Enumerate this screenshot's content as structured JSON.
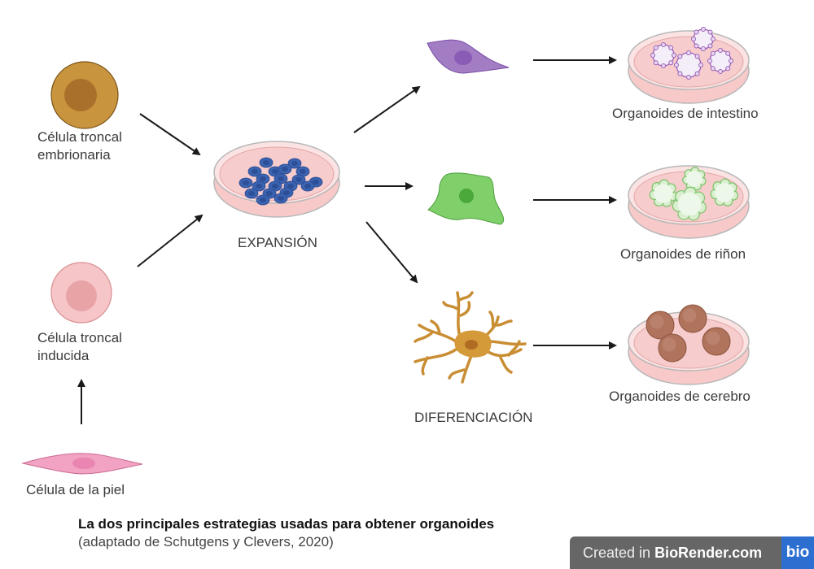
{
  "diagram": {
    "title": "La dos principales estrategias usadas para obtener organoides",
    "subtitle": "(adaptado de Schutgens y Clevers, 2020)",
    "nodes": {
      "embryonic_stem_cell": {
        "line1": "Célula troncal",
        "line2": "embrionaria",
        "body_color": "#c8943e",
        "nucleus_color": "#a8702a"
      },
      "induced_stem_cell": {
        "line1": "Célula troncal",
        "line2": "inducida",
        "body_color": "#f6c5c7",
        "nucleus_color": "#e8a3a7"
      },
      "skin_cell": {
        "label": "Célula de la piel",
        "body_color": "#f2a2c2",
        "nucleus_color": "#e985b0"
      },
      "expansion": {
        "label": "EXPANSIÓN",
        "cell_color": "#3b63b0"
      },
      "differentiation": {
        "label": "DIFERENCIACIÓN"
      },
      "intestinal_cell": {
        "body_color": "#a27dc4",
        "nucleus_color": "#8a5cb5"
      },
      "kidney_cell": {
        "body_color": "#7fcf6a",
        "nucleus_color": "#4aa93a"
      },
      "neuron": {
        "body_color": "#d49a3a",
        "nucleus_color": "#b06c22"
      },
      "intestine_organoids": {
        "label": "Organoides de intestino",
        "color": "#9a5fb8"
      },
      "kidney_organoids": {
        "label": "Organoides de riñon",
        "color": "#7cc46a"
      },
      "brain_organoids": {
        "label": "Organoides de cerebro",
        "color": "#b0735c"
      }
    },
    "edges": [
      {
        "from": "embryonic_stem_cell",
        "to": "expansion"
      },
      {
        "from": "induced_stem_cell",
        "to": "expansion"
      },
      {
        "from": "skin_cell",
        "to": "induced_stem_cell"
      },
      {
        "from": "expansion",
        "to": "intestinal_cell"
      },
      {
        "from": "expansion",
        "to": "kidney_cell"
      },
      {
        "from": "expansion",
        "to": "neuron"
      },
      {
        "from": "intestinal_cell",
        "to": "intestine_organoids"
      },
      {
        "from": "kidney_cell",
        "to": "kidney_organoids"
      },
      {
        "from": "neuron",
        "to": "brain_organoids"
      }
    ],
    "dish_media_color": "#f7c9c9",
    "arrow_color": "#1a1a1a"
  },
  "watermark": {
    "prefix": "Created in ",
    "brand": "BioRender.com",
    "logo": "bio",
    "bg": "#666666",
    "logo_bg": "#2c6fd1"
  }
}
